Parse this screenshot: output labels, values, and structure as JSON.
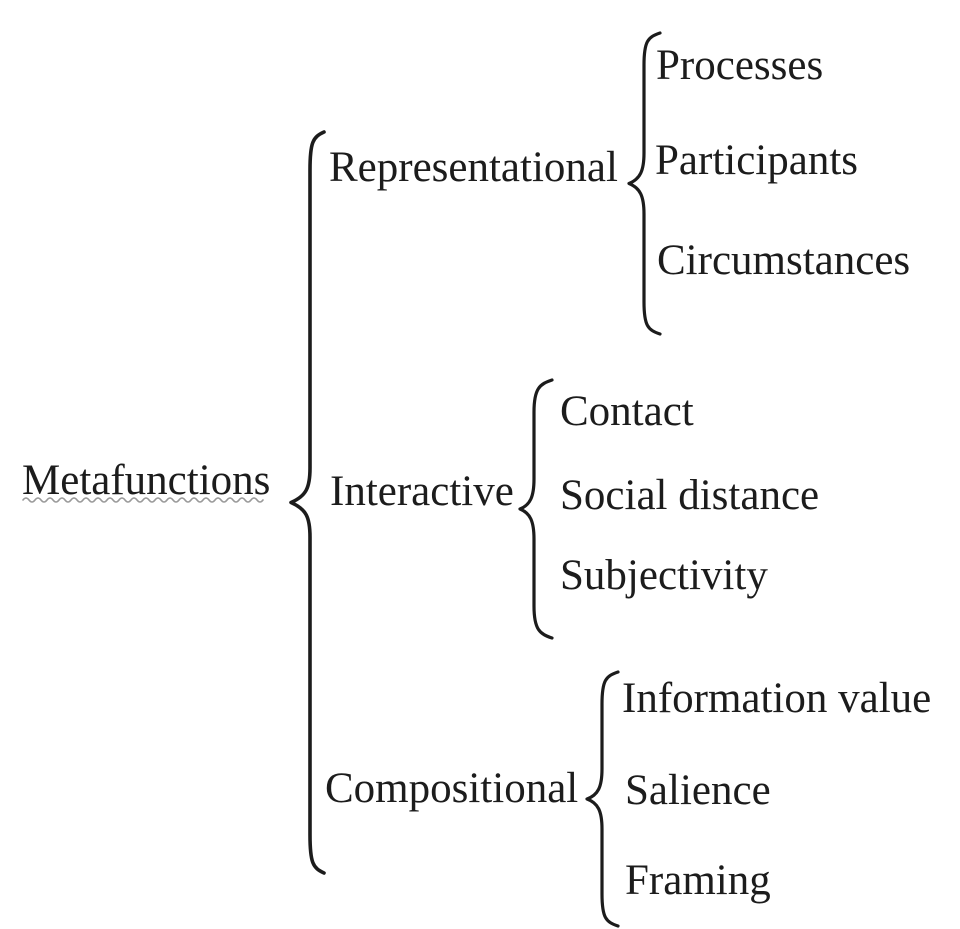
{
  "diagram": {
    "root": {
      "label": "Metafunctions"
    },
    "branches": [
      {
        "label": "Representational",
        "children": [
          "Processes",
          "Participants",
          "Circumstances"
        ]
      },
      {
        "label": "Interactive",
        "children": [
          "Contact",
          "Social distance",
          "Subjectivity"
        ]
      },
      {
        "label": "Compositional",
        "children": [
          "Information value",
          "Salience",
          "Framing"
        ]
      }
    ]
  },
  "icons": {
    "brace": "curly-brace-left"
  },
  "colors": {
    "text": "#1c1c1c",
    "background": "#ffffff",
    "brace": "#1c1c1c",
    "underline": "#9a9a9a"
  }
}
